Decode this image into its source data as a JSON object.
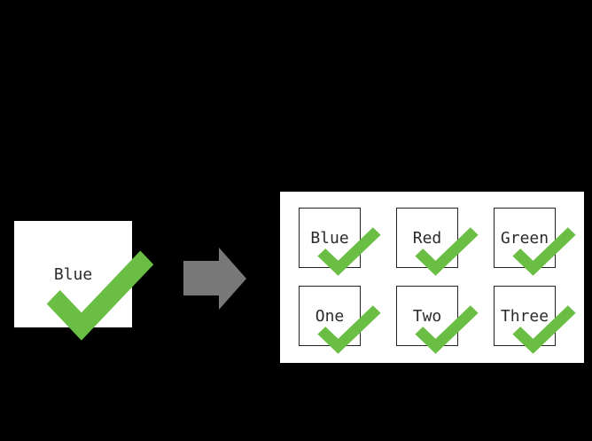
{
  "colors": {
    "background": "#000000",
    "surface": "#ffffff",
    "check_green": "#6abe44",
    "arrow_gray": "#787878",
    "box_border": "#222222",
    "label_text": "#2b2b2b"
  },
  "source_checkbox": {
    "label": "Blue",
    "checked": true,
    "check_icon": "green-checkmark-icon"
  },
  "arrow": {
    "icon": "arrow-right-icon",
    "direction": "right"
  },
  "result_panel": {
    "columns": 3,
    "checkboxes": [
      {
        "label": "Blue",
        "checked": true
      },
      {
        "label": "Red",
        "checked": true
      },
      {
        "label": "Green",
        "checked": true
      },
      {
        "label": "One",
        "checked": true
      },
      {
        "label": "Two",
        "checked": true
      },
      {
        "label": "Three",
        "checked": true
      }
    ]
  }
}
